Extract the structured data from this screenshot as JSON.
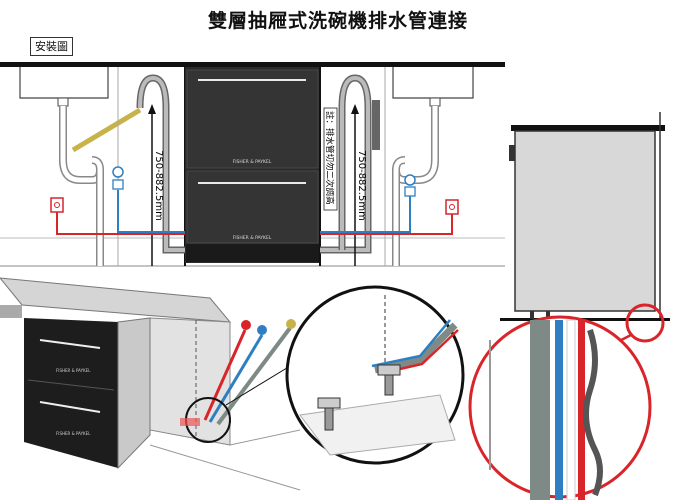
{
  "title": "雙層抽屜式洗碗機排水管連接",
  "badge": "安裝圖",
  "dimension": "750-882.5mm",
  "note": "註：排水管切勿二次調高",
  "brand": "FISHER & PAYKEL",
  "colors": {
    "hot_pipe": "#d9242a",
    "cold_pipe": "#2d7fc1",
    "drain_hose": "#7d8a86",
    "appliance": "#2b2b2b",
    "cabinet_side": "#d8d8d8"
  }
}
